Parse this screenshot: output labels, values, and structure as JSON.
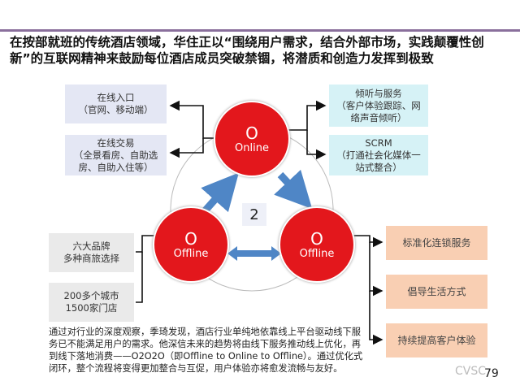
{
  "title": "在按部就班的传统酒店领域，华住正以“围绕用户需求，结合外部市场，实践颠覆性创新”的互联网精神来鼓励每位酒店成员突破禁锢，将潜质和创造力发挥到极致",
  "online": {
    "letter": "O",
    "label": "Online"
  },
  "offline_left": {
    "letter": "O",
    "label": "Offline"
  },
  "offline_right": {
    "letter": "O",
    "label": "Offline"
  },
  "center_number": "2",
  "left_top_boxes": [
    "在线入口\n（官网、移动端）",
    "在线交易\n（全景看房、自助选房、自助入住等）"
  ],
  "right_top_boxes": [
    "倾听与服务\n（客户体验跟踪、网络声音倾听）",
    "SCRM\n（打通社会化媒体一站式整合）"
  ],
  "left_bottom_boxes": [
    "六大品牌\n多种商旅选择",
    "200多个城市\n1500家门店"
  ],
  "right_bottom_boxes": [
    "标准化连锁服务",
    "倡导生活方式",
    "持续提高客户体验"
  ],
  "description": "通过对行业的深度观察，季琦发现，酒店行业单纯地依靠线上平台驱动线下服务已不能满足用户的需求。他深信未来的趋势将由线下服务推动线上优化，再到线下落地消费——O2O2O（即Offline to Online to Offline）。通过优化式闭环，整个流程将变得更加整合与互促，用户体验亦将愈发流畅与友好。",
  "watermark": "CVSC",
  "page_number": "79",
  "colors": {
    "red": "#e3171c",
    "arrow_blue": "#4f86c6"
  }
}
